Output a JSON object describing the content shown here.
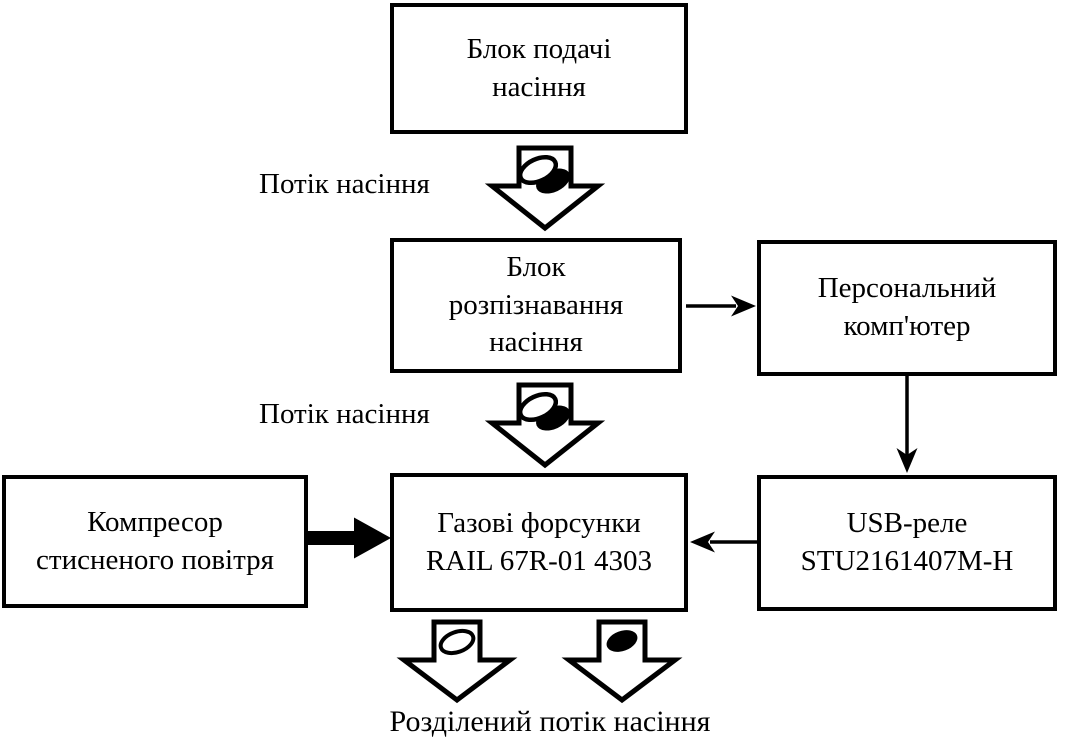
{
  "diagram": {
    "title_meaning": "Seed sorting system block diagram",
    "colors": {
      "background": "#ffffff",
      "line": "#000000",
      "box_fill": "#ffffff",
      "text": "#000000"
    },
    "boxes": {
      "feed": {
        "label": "Блок подачі\nнасіння"
      },
      "recognition": {
        "label": "Блок\nрозпізнавання\nнасіння"
      },
      "pc": {
        "label": "Персональний\nкомп'ютер"
      },
      "compressor": {
        "label": "Компресор\nстисненого повітря"
      },
      "nozzles": {
        "label": "Газові форсунки\nRAIL 67R-01 4303"
      },
      "usb_relay": {
        "label": "USB-реле\nSTU2161407M-H"
      }
    },
    "labels": {
      "seed_flow_top": "Потік насіння",
      "seed_flow_mid": "Потік насіння",
      "divided_flow": "Розділений потік насіння"
    },
    "icons": {
      "mixed_seeds": "white seed + black seed inside hollow down arrow",
      "white_seed": "white outlined seed ellipse",
      "black_seed": "black filled seed ellipse"
    }
  }
}
